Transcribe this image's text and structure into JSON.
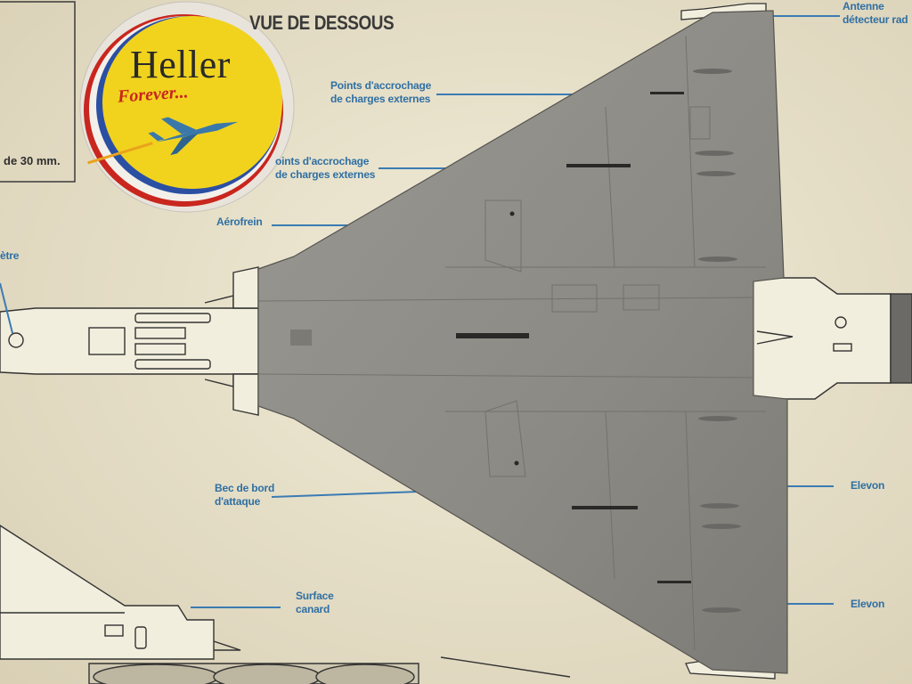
{
  "poster": {
    "title": "VUE DE DESSOUS",
    "box_caption": "de 30 mm.",
    "badge": {
      "brand": "Heller",
      "tagline": "Forever...",
      "colors": {
        "yellow": "#f1d31e",
        "blue": "#2b4fa3",
        "red": "#c8261e"
      }
    },
    "labels": {
      "antenna": "Antenne\ndétecteur rad",
      "hardpoints_1": "Points d'accrochage\nde charges externes",
      "hardpoints_2": "oints d'accrochage\nde charges externes",
      "airbrake": "Aérofrein",
      "edge_left": "ètre",
      "leading_edge": "Bec de bord\nd'attaque",
      "canard": "Surface\ncanard",
      "elevon_1": "Elevon",
      "elevon_2": "Elevon"
    }
  },
  "model": {
    "color": "#8e8c86",
    "subject": "grey delta-wing aircraft model underside"
  }
}
